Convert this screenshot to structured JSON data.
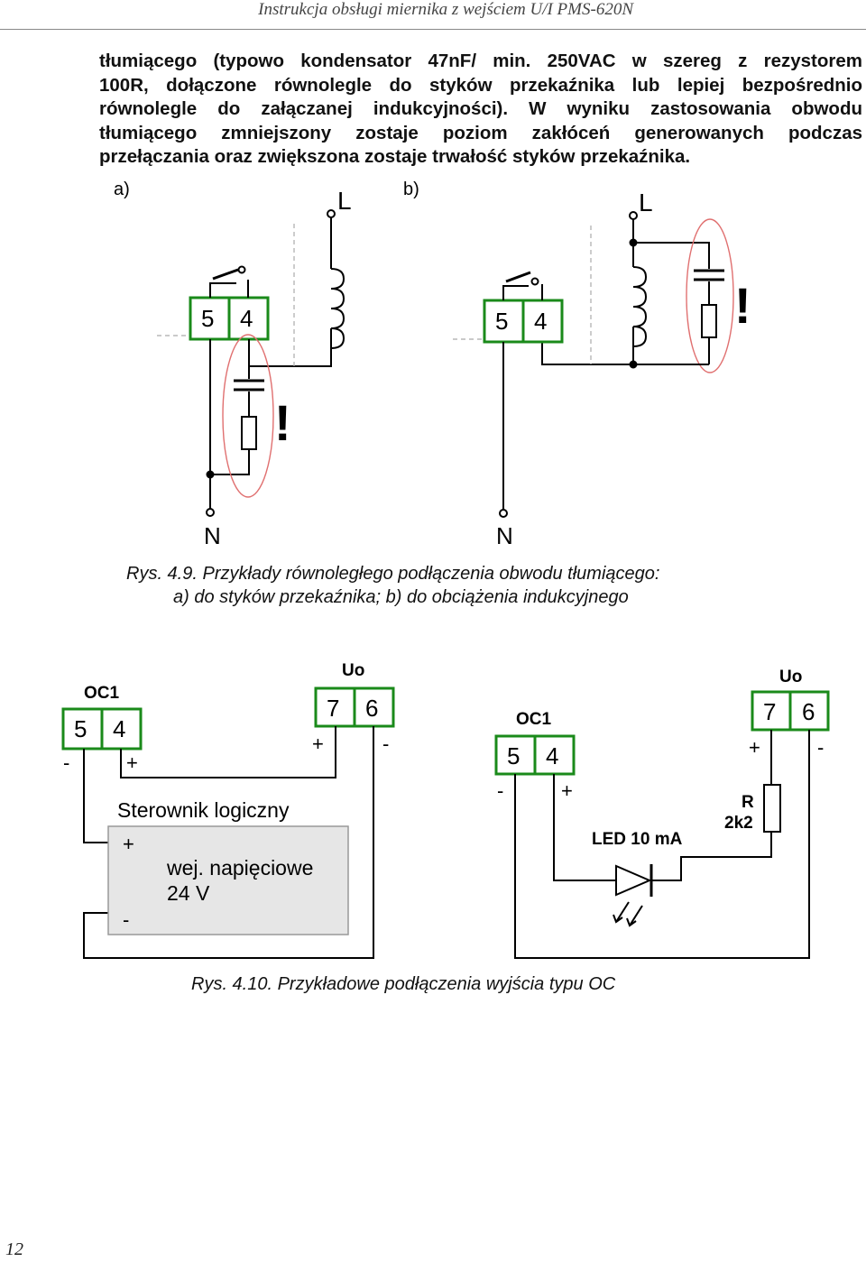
{
  "header": {
    "title": "Instrukcja obsługi  miernika z wejściem U/I PMS-620N"
  },
  "paragraph": [
    "tłumiącego (typowo kondensator 47nF/ min. 250VAC w szereg z rezystorem",
    "100R, dołączone równolegle do styków przekaźnika lub lepiej bezpośrednio",
    "równolegle do załączanej indukcyjności). W wyniku zastosowania obwodu",
    "tłumiącego zmniejszony zostaje poziom zakłóceń generowanych podczas",
    "przełączania oraz zwiększona zostaje trwałość styków przekaźnika."
  ],
  "fig49": {
    "label_a": "a)",
    "label_b": "b)",
    "line_L": "L",
    "neutral_N": "N",
    "terminal_5": "5",
    "terminal_4": "4",
    "warning": "!",
    "caption_line1": "Rys. 4.9. Przykłady równoległego podłączenia obwodu tłumiącego:",
    "caption_line2": "a) do styków przekaźnika; b) do obciążenia indukcyjnego"
  },
  "fig410": {
    "oc1": "OC1",
    "uo": "Uo",
    "t5": "5",
    "t4": "4",
    "t7": "7",
    "t6": "6",
    "plus": "+",
    "minus": "-",
    "plc_title": "Sterownik logiczny",
    "plc_input_line1": "wej. napięciowe",
    "plc_input_line2": "24 V",
    "led_label": "LED  10 mA",
    "r_label": "R",
    "r_value": "2k2",
    "caption": "Rys. 4.10. Przykładowe podłączenia wyjścia typu OC"
  },
  "page_number": "12",
  "colors": {
    "terminal_border": "#1a8a1a",
    "snubber_outline": "#e07070",
    "dashed_guide": "#aaaaaa",
    "plc_fill": "#e6e6e6"
  }
}
